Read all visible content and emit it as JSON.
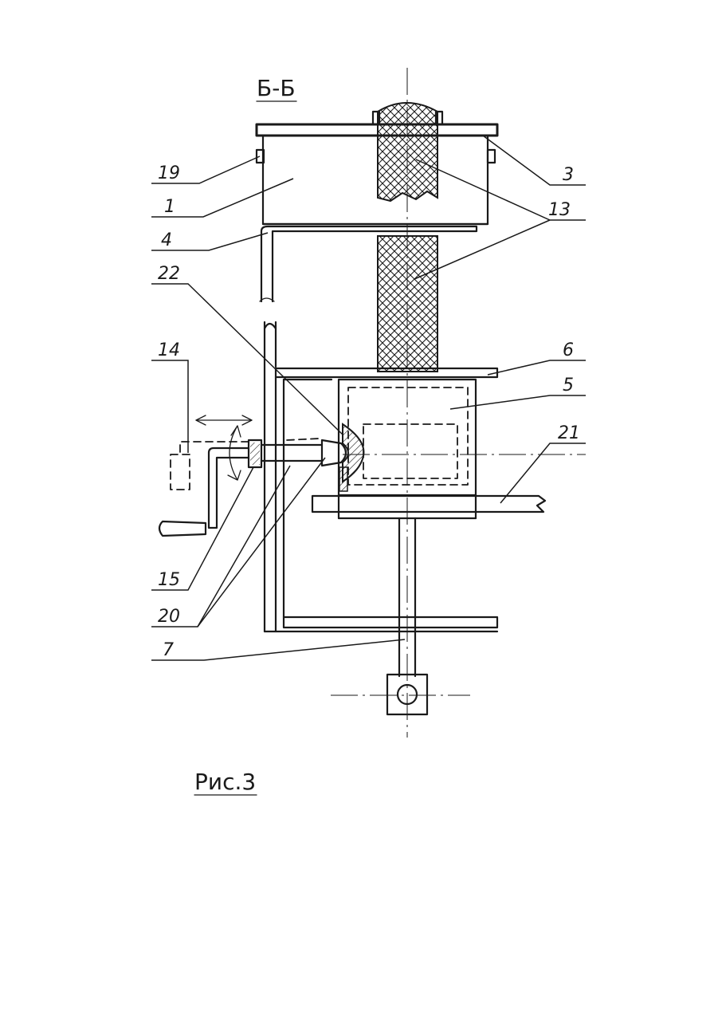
{
  "section_title": "Б-Б",
  "figure_caption": "Рис.3",
  "callouts": [
    {
      "id": "c3",
      "text": "3"
    },
    {
      "id": "c13",
      "text": "13"
    },
    {
      "id": "c19",
      "text": "19"
    },
    {
      "id": "c1",
      "text": "1"
    },
    {
      "id": "c4",
      "text": "4"
    },
    {
      "id": "c22",
      "text": "22"
    },
    {
      "id": "c14",
      "text": "14"
    },
    {
      "id": "c6",
      "text": "6"
    },
    {
      "id": "c5",
      "text": "5"
    },
    {
      "id": "c21",
      "text": "21"
    },
    {
      "id": "c15",
      "text": "15"
    },
    {
      "id": "c20",
      "text": "20"
    },
    {
      "id": "c7",
      "text": "7"
    }
  ],
  "colors": {
    "ink": "#1a1a1a",
    "paper": "#ffffff"
  }
}
